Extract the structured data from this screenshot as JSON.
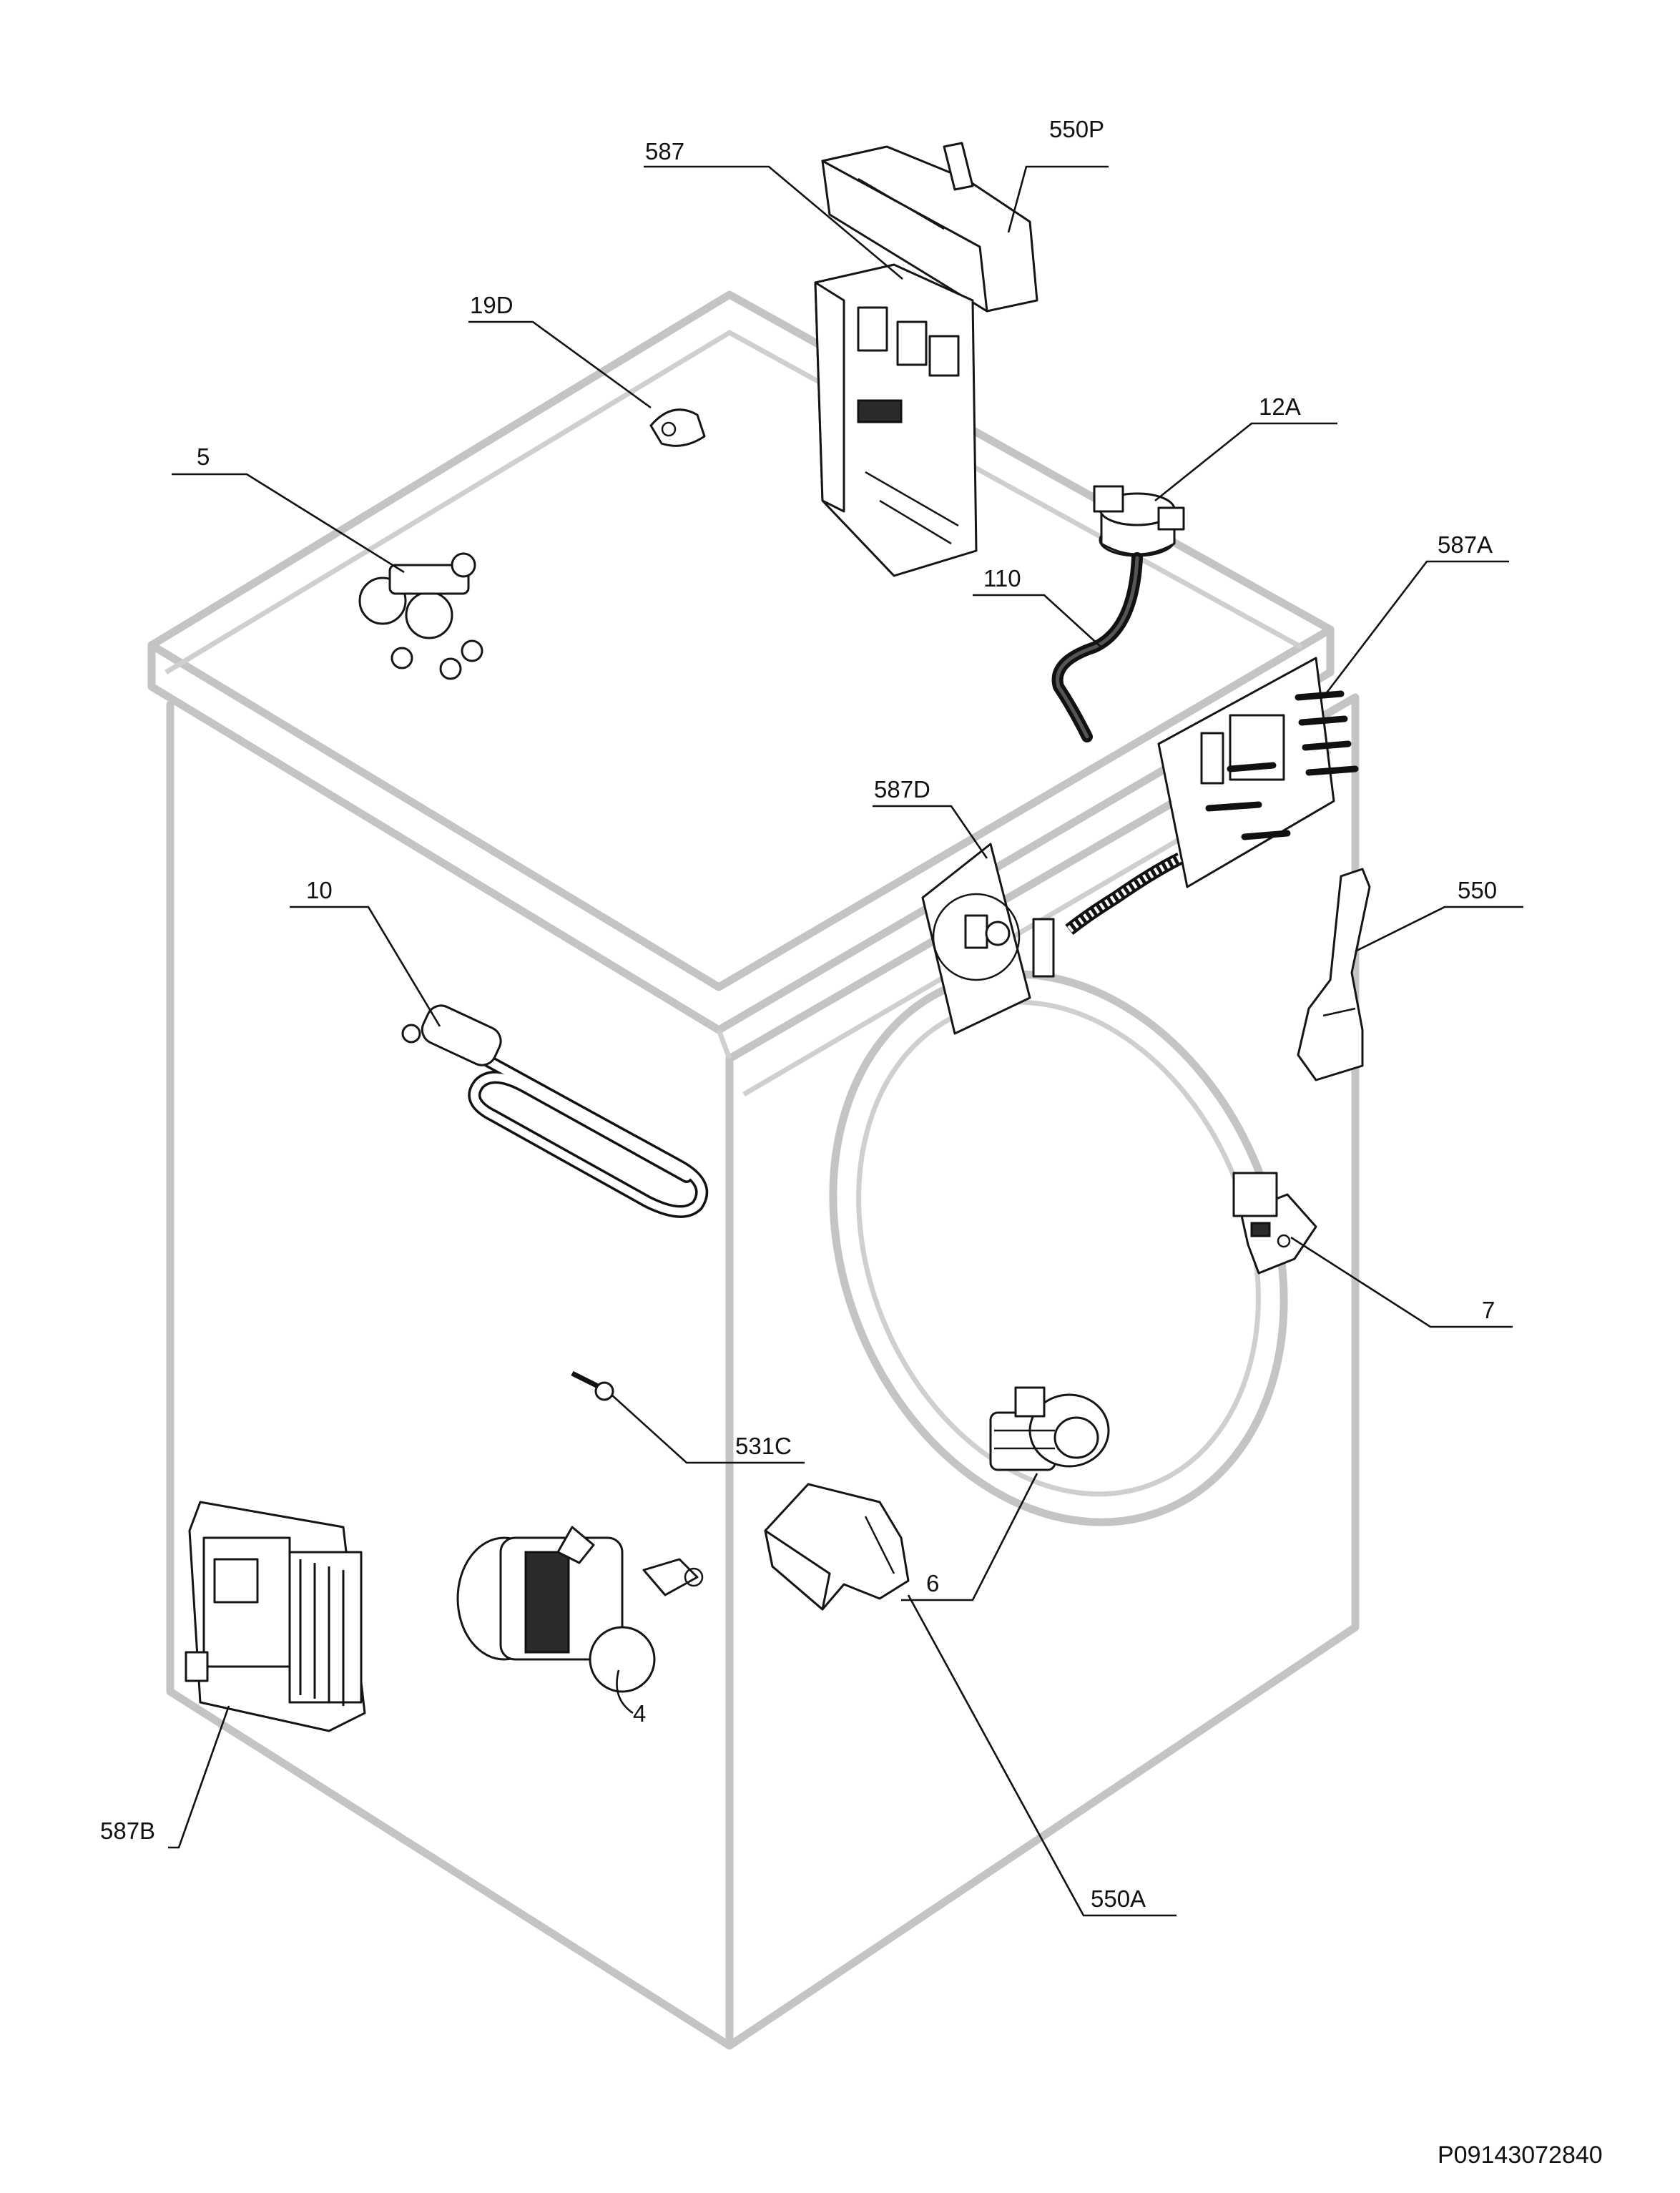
{
  "diagram": {
    "labels": {
      "l587": "587",
      "l550P": "550P",
      "l19D": "19D",
      "l12A": "12A",
      "l5": "5",
      "l110": "110",
      "l587A": "587A",
      "l587D": "587D",
      "l10": "10",
      "l550": "550",
      "l7": "7",
      "l531C": "531C",
      "l6": "6",
      "l4": "4",
      "l587B": "587B",
      "l550A": "550A"
    },
    "part_code": "P09143072840"
  }
}
